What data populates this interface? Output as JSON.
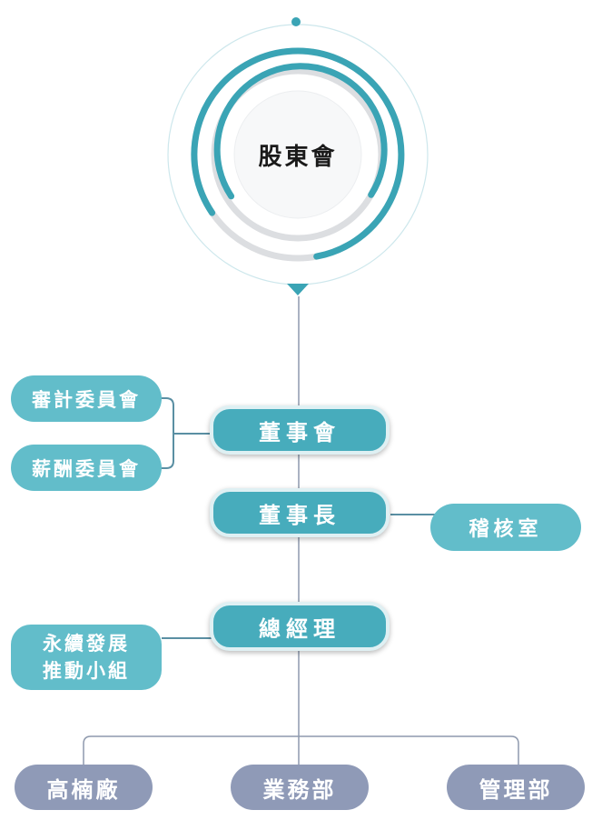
{
  "hub": {
    "label": "股東會"
  },
  "board": {
    "label": "董事會"
  },
  "chair": {
    "label": "董事長"
  },
  "gm": {
    "label": "總經理"
  },
  "committees": [
    {
      "label": "審計委員會"
    },
    {
      "label": "薪酬委員會"
    }
  ],
  "audit_office": {
    "label": "稽核室"
  },
  "sustainability": {
    "line1": "永續發展",
    "line2": "推動小組"
  },
  "departments": [
    {
      "label": "高楠廠"
    },
    {
      "label": "業務部"
    },
    {
      "label": "管理部"
    }
  ],
  "colors": {
    "primary": "#47acbc",
    "side": "#62bdca",
    "department": "#8f9ab7",
    "connector": "#8e99ad",
    "ring_gray": "#d9dbde"
  }
}
